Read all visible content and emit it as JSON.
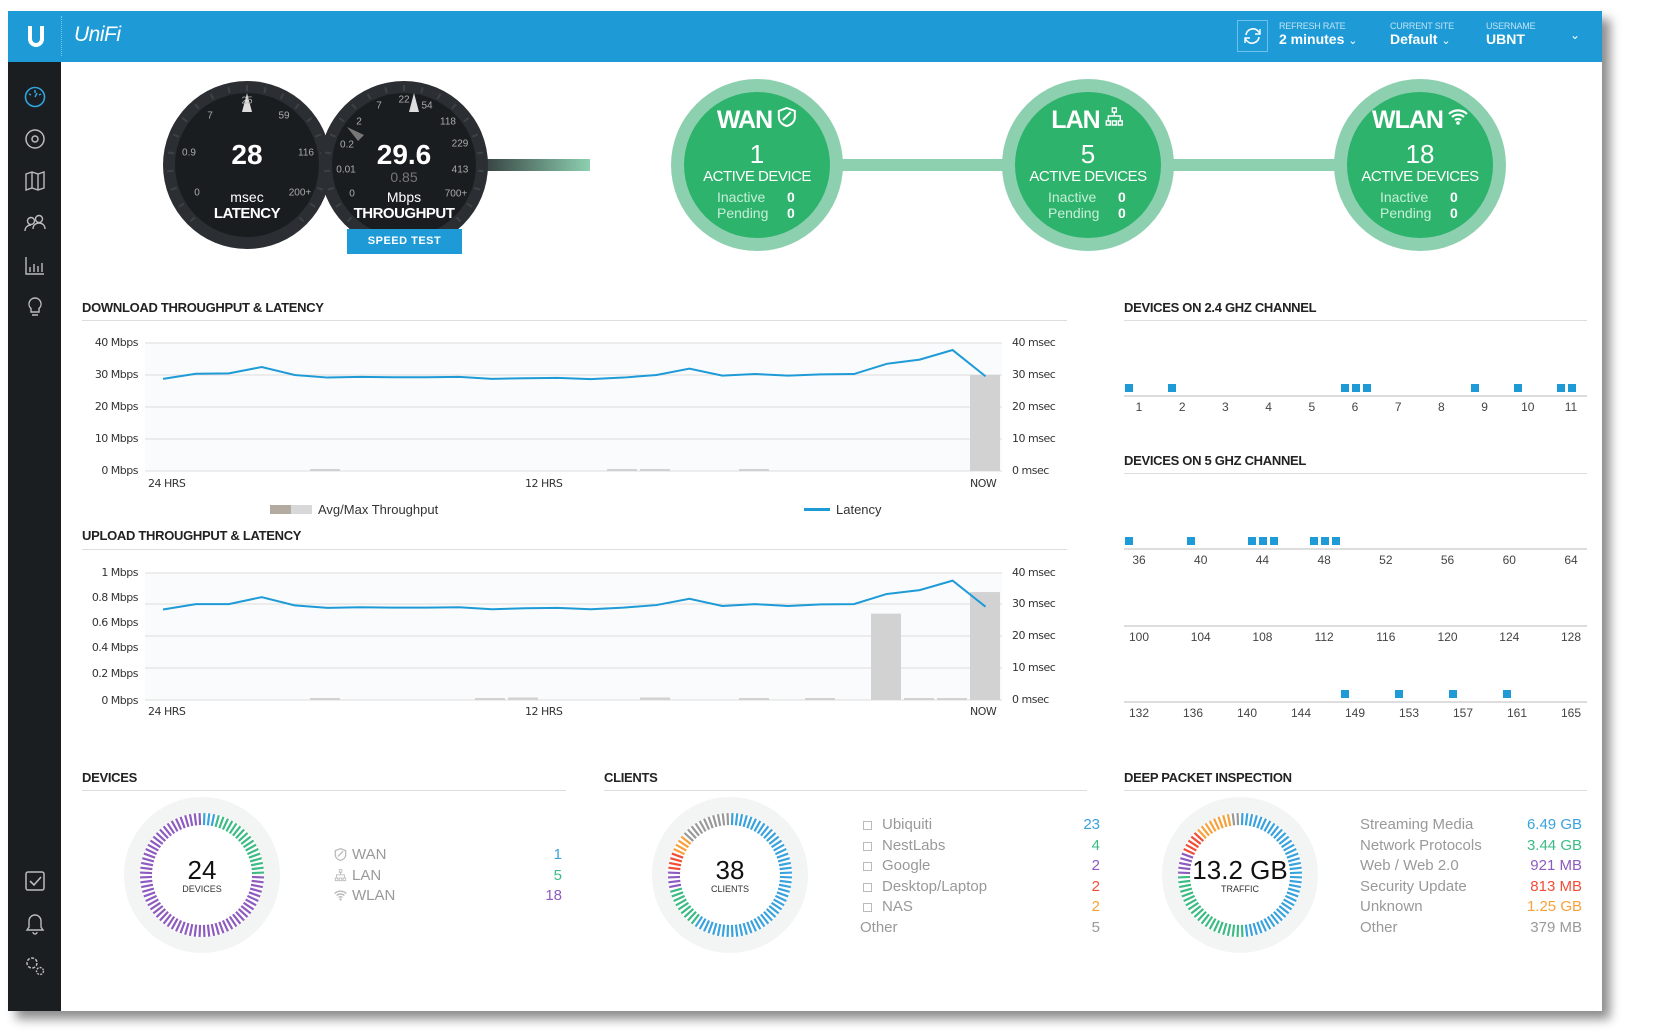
{
  "header": {
    "brand": "UniFi",
    "refresh_label": "REFRESH RATE",
    "refresh_value": "2 minutes",
    "site_label": "CURRENT SITE",
    "site_value": "Default",
    "user_label": "USERNAME",
    "user_value": "UBNT"
  },
  "sidebar": {
    "items": [
      "dashboard-icon",
      "statistics-icon",
      "map-icon",
      "clients-icon",
      "insights-icon",
      "events-icon"
    ],
    "bottom": [
      "tasks-icon",
      "alerts-icon",
      "settings-icon"
    ]
  },
  "latency_gauge": {
    "value": "28",
    "unit": "msec",
    "label": "LATENCY",
    "ticks": [
      "0",
      "0.9",
      "7",
      "25",
      "59",
      "116",
      "200+"
    ]
  },
  "throughput_gauge": {
    "value": "29.6",
    "sub": "0.85",
    "unit": "Mbps",
    "label": "THROUGHPUT",
    "ticks": [
      "0",
      "0.01",
      "0.2",
      "2",
      "7",
      "22",
      "54",
      "118",
      "229",
      "413",
      "700+"
    ],
    "button": "SPEED TEST"
  },
  "nodes": [
    {
      "title": "WAN",
      "icon": "shield-icon",
      "count": "1",
      "caption": "ACTIVE DEVICE",
      "inactive_label": "Inactive",
      "inactive": "0",
      "pending_label": "Pending",
      "pending": "0"
    },
    {
      "title": "LAN",
      "icon": "network-icon",
      "count": "5",
      "caption": "ACTIVE DEVICES",
      "inactive_label": "Inactive",
      "inactive": "0",
      "pending_label": "Pending",
      "pending": "0"
    },
    {
      "title": "WLAN",
      "icon": "wifi-icon",
      "count": "18",
      "caption": "ACTIVE DEVICES",
      "inactive_label": "Inactive",
      "inactive": "0",
      "pending_label": "Pending",
      "pending": "0"
    }
  ],
  "download": {
    "title": "DOWNLOAD THROUGHPUT & LATENCY",
    "left_ticks": [
      "40 Mbps",
      "30 Mbps",
      "20 Mbps",
      "10 Mbps",
      "0 Mbps"
    ],
    "right_ticks": [
      "40 msec",
      "30 msec",
      "20 msec",
      "10 msec",
      "0 msec"
    ],
    "x_ticks": [
      "24 HRS",
      "12 HRS",
      "NOW"
    ],
    "legend_bar": "Avg/Max Throughput",
    "legend_line": "Latency",
    "latency": [
      28.8,
      30.4,
      30.5,
      32.5,
      30,
      29.2,
      29.4,
      29.3,
      29.3,
      29.4,
      28.8,
      29,
      29.1,
      28.7,
      29.2,
      30,
      32,
      29.8,
      30.3,
      29.8,
      30.2,
      30.3,
      33.5,
      34.8,
      37.8,
      29.6
    ],
    "throughput": [
      0,
      0,
      0,
      0,
      0,
      0.2,
      0,
      0,
      0,
      0,
      0,
      0,
      0,
      0,
      0.6,
      0.3,
      0,
      0,
      0.3,
      0,
      0,
      0,
      0,
      0,
      0,
      30
    ],
    "ymax": 40
  },
  "upload": {
    "title": "UPLOAD THROUGHPUT & LATENCY",
    "left_ticks": [
      "1 Mbps",
      "0.8 Mbps",
      "0.6 Mbps",
      "0.4 Mbps",
      "0.2 Mbps",
      "0 Mbps"
    ],
    "right_ticks": [
      "40 msec",
      "30 msec",
      "20 msec",
      "10 msec",
      "0 msec"
    ],
    "x_ticks": [
      "24 HRS",
      "12 HRS",
      "NOW"
    ],
    "latency": [
      28.5,
      30.2,
      30.2,
      32.4,
      29.8,
      29,
      29.2,
      29.1,
      29.1,
      29.2,
      28.6,
      28.9,
      29,
      28.6,
      29.1,
      29.9,
      31.9,
      29.6,
      30.2,
      29.6,
      30.1,
      30.2,
      33.4,
      34.6,
      37.6,
      29.4
    ],
    "throughput": [
      0,
      0,
      0,
      0,
      0,
      0.01,
      0,
      0,
      0,
      0,
      0.01,
      0.02,
      0,
      0,
      0,
      0.02,
      0,
      0,
      0.01,
      0,
      0.01,
      0,
      0.68,
      0.01,
      0.01,
      0.85
    ],
    "ymax": 1
  },
  "ch24": {
    "title": "DEVICES ON 2.4 GHZ CHANNEL",
    "channels": [
      "1",
      "2",
      "3",
      "4",
      "5",
      "6",
      "7",
      "8",
      "9",
      "10",
      "11"
    ],
    "counts": [
      1,
      1,
      0,
      0,
      0,
      3,
      0,
      0,
      1,
      1,
      2
    ]
  },
  "ch5": {
    "title": "DEVICES ON 5 GHZ CHANNEL",
    "rows": [
      {
        "channels": [
          "36",
          "40",
          "44",
          "48",
          "52",
          "56",
          "60",
          "64"
        ],
        "counts": [
          1,
          1,
          3,
          3,
          0,
          0,
          0,
          0
        ]
      },
      {
        "channels": [
          "100",
          "104",
          "108",
          "112",
          "116",
          "120",
          "124",
          "128"
        ],
        "counts": [
          0,
          0,
          0,
          0,
          0,
          0,
          0,
          0
        ]
      },
      {
        "channels": [
          "132",
          "136",
          "140",
          "144",
          "149",
          "153",
          "157",
          "161",
          "165"
        ],
        "counts": [
          0,
          0,
          0,
          0,
          1,
          1,
          1,
          1,
          0
        ]
      }
    ]
  },
  "devices": {
    "title": "DEVICES",
    "total": "24",
    "caption": "DEVICES",
    "items": [
      {
        "icon": "shield-icon",
        "label": "WAN",
        "value": "1",
        "count": 1,
        "color": "#3aa2dd"
      },
      {
        "icon": "network-icon",
        "label": "LAN",
        "value": "5",
        "count": 5,
        "color": "#3dbb84"
      },
      {
        "icon": "wifi-icon",
        "label": "WLAN",
        "value": "18",
        "count": 18,
        "color": "#8e5bbf"
      }
    ]
  },
  "clients": {
    "title": "CLIENTS",
    "total": "38",
    "caption": "CLIENTS",
    "items": [
      {
        "label": "Ubiquiti",
        "value": "23",
        "count": 23,
        "color": "#3aa2dd"
      },
      {
        "label": "NestLabs",
        "value": "4",
        "count": 4,
        "color": "#3dbb84"
      },
      {
        "label": "Google",
        "value": "2",
        "count": 2,
        "color": "#8e5bbf"
      },
      {
        "label": "Desktop/Laptop",
        "value": "2",
        "count": 2,
        "color": "#f04e37"
      },
      {
        "label": "NAS",
        "value": "2",
        "count": 2,
        "color": "#f8a13a"
      },
      {
        "label": "Other",
        "value": "5",
        "count": 5,
        "color": "#999999"
      }
    ]
  },
  "dpi": {
    "title": "DEEP PACKET INSPECTION",
    "total": "13.2 GB",
    "caption": "TRAFFIC",
    "items": [
      {
        "label": "Streaming Media",
        "value": "6.49 GB",
        "count": 6.49,
        "color": "#3aa2dd"
      },
      {
        "label": "Network Protocols",
        "value": "3.44 GB",
        "count": 3.44,
        "color": "#3dbb84"
      },
      {
        "label": "Web / Web 2.0",
        "value": "921 MB",
        "count": 0.92,
        "color": "#8e5bbf"
      },
      {
        "label": "Security Update",
        "value": "813 MB",
        "count": 0.81,
        "color": "#f04e37"
      },
      {
        "label": "Unknown",
        "value": "1.25 GB",
        "count": 1.25,
        "color": "#f8a13a"
      },
      {
        "label": "Other",
        "value": "379 MB",
        "count": 0.38,
        "color": "#999999"
      }
    ]
  }
}
